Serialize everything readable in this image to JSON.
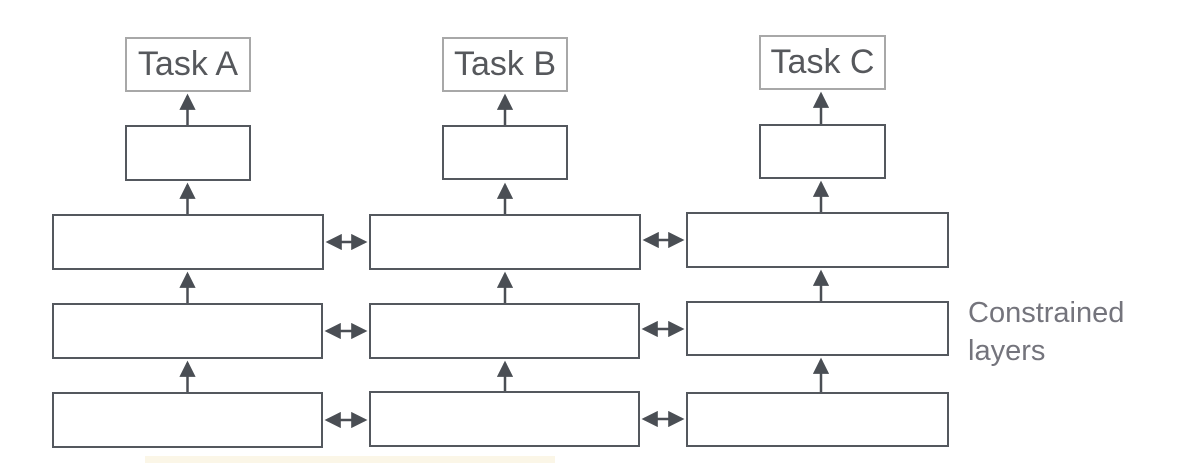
{
  "diagram": {
    "tasks": [
      {
        "label": "Task A"
      },
      {
        "label": "Task B"
      },
      {
        "label": "Task C"
      }
    ],
    "annotation": {
      "text": "Constrained layers"
    },
    "colors": {
      "box_border": "#54585e",
      "task_box_border": "#a8a8a8",
      "task_text": "#56585c",
      "annotation_text": "#74747c",
      "arrow": "#4a4e54",
      "background": "#ffffff",
      "highlight_strip": "#fbf6e7"
    }
  }
}
